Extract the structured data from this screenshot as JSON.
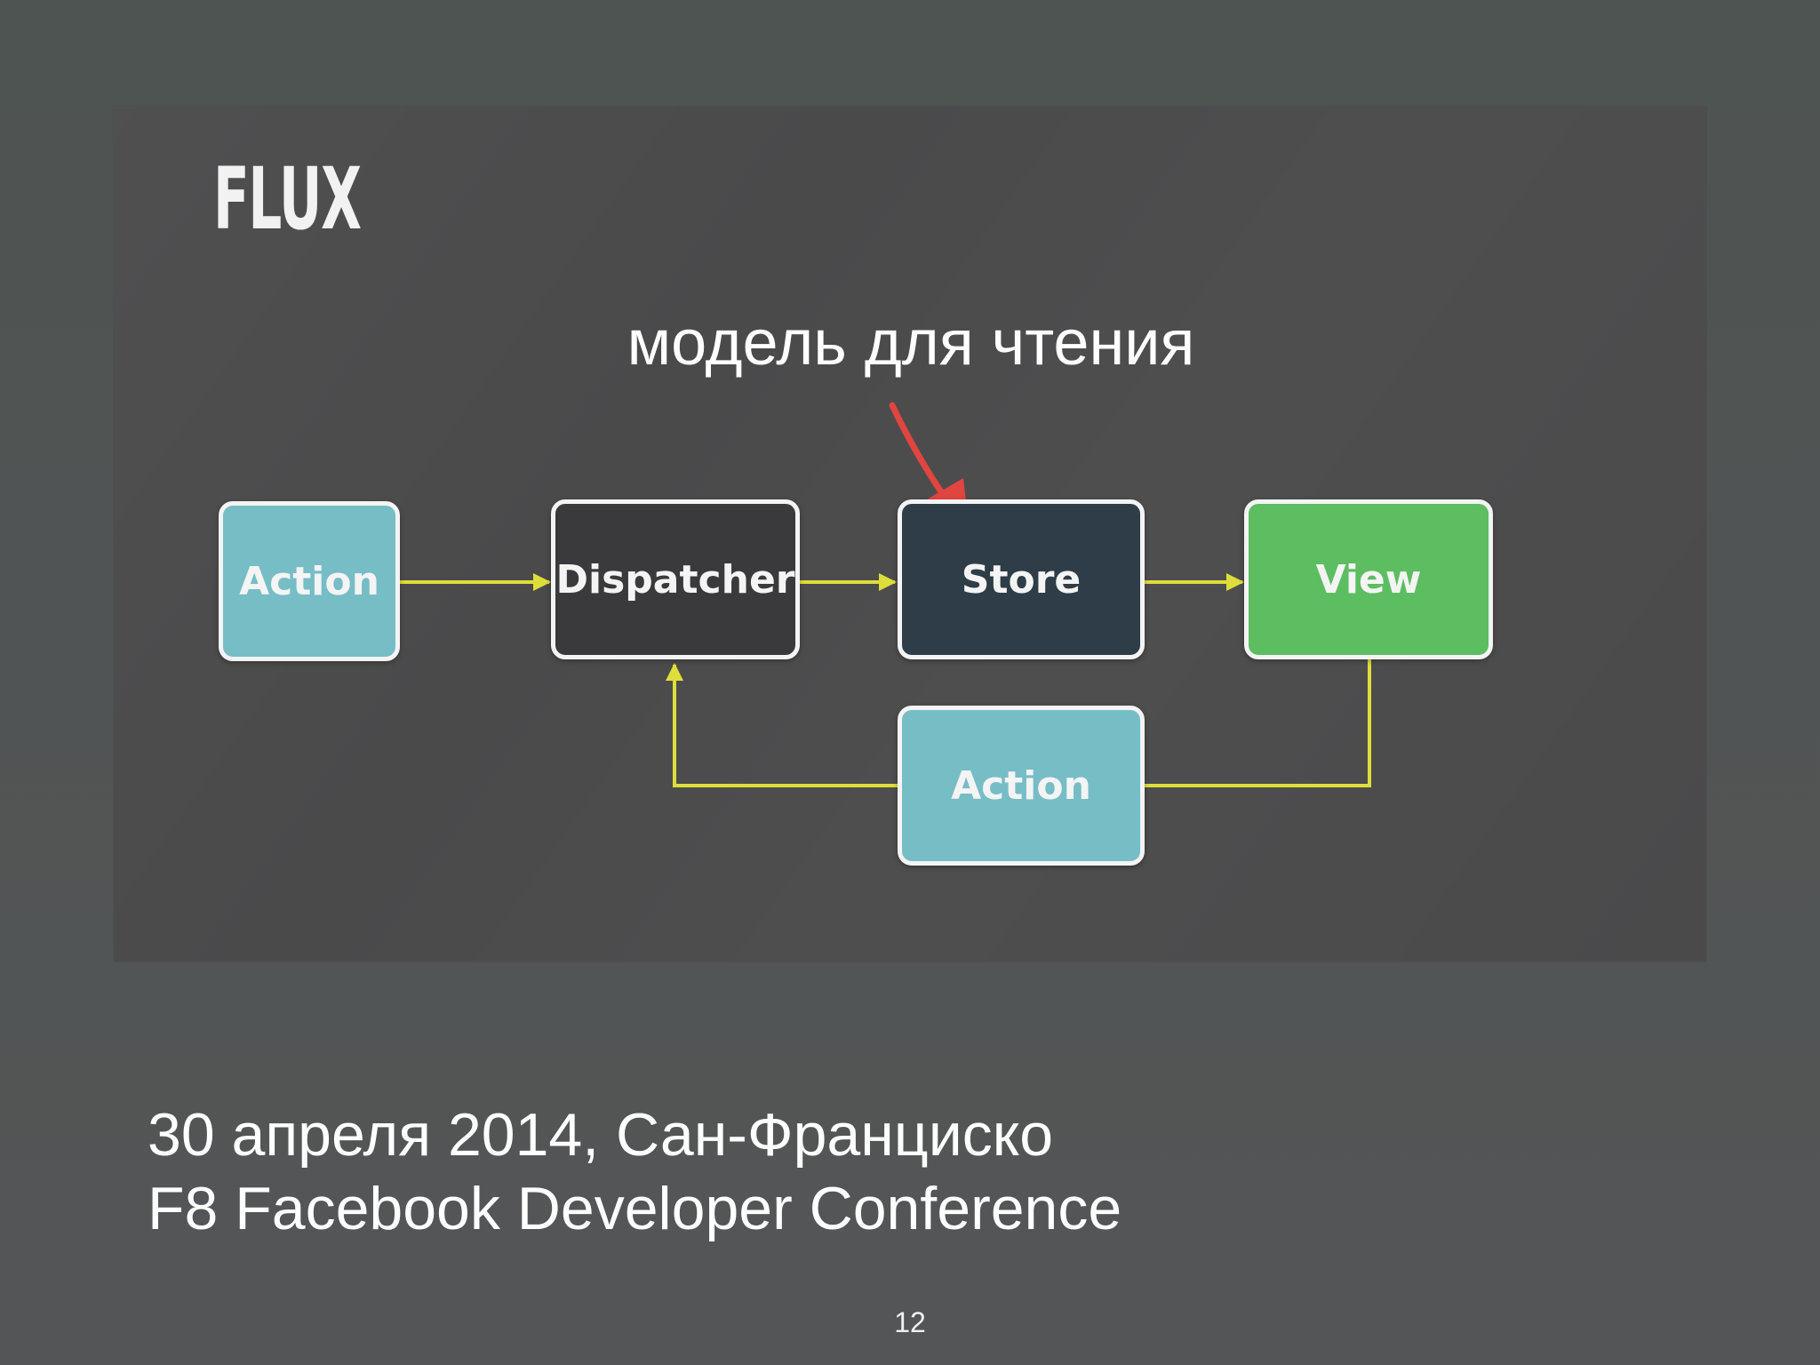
{
  "slide": {
    "logo": "FLUX",
    "annotation": "модель для чтения",
    "caption_line1": "30 апреля 2014, Сан-Франциско",
    "caption_line2": "F8 Facebook Developer Conference",
    "page_number": "12"
  },
  "diagram": {
    "nodes": {
      "action_top": {
        "label": "Action",
        "color": "#77bdc6"
      },
      "dispatcher": {
        "label": "Dispatcher",
        "color": "#3a3a3c"
      },
      "store": {
        "label": "Store",
        "color": "#2e3d47"
      },
      "view": {
        "label": "View",
        "color": "#5cbd61"
      },
      "action_bottom": {
        "label": "Action",
        "color": "#77bdc6"
      }
    },
    "edges": [
      {
        "from": "action_top",
        "to": "dispatcher"
      },
      {
        "from": "dispatcher",
        "to": "store"
      },
      {
        "from": "store",
        "to": "view"
      },
      {
        "from": "view",
        "to": "action_bottom"
      },
      {
        "from": "action_bottom",
        "to": "dispatcher"
      }
    ],
    "edge_color": "#dede3a",
    "annotation_arrow_color": "#e0453f"
  }
}
